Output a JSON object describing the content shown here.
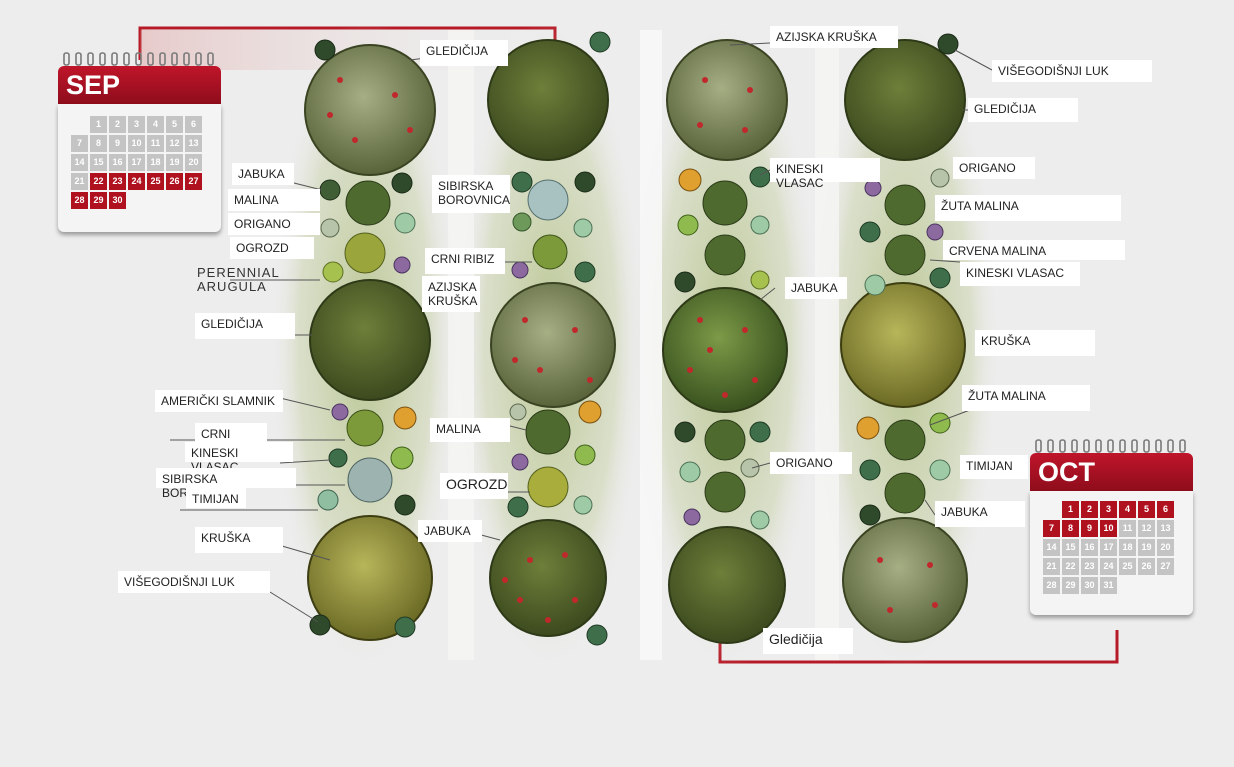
{
  "colors": {
    "background": "#ededed",
    "border_red": "#b61a26",
    "calendar_red": "#b0111f"
  },
  "calendars": {
    "sep": {
      "month": "SEP",
      "days": [
        "1",
        "2",
        "3",
        "4",
        "5",
        "6",
        "7",
        "8",
        "9",
        "10",
        "11",
        "12",
        "13",
        "14",
        "15",
        "16",
        "17",
        "18",
        "19",
        "20",
        "21",
        "22",
        "23",
        "24",
        "25",
        "26",
        "27",
        "28",
        "29",
        "30"
      ],
      "highlight_from": "22"
    },
    "oct": {
      "month": "OCT",
      "days": [
        "1",
        "2",
        "3",
        "4",
        "5",
        "6",
        "7",
        "8",
        "9",
        "10",
        "11",
        "12",
        "13",
        "14",
        "15",
        "16",
        "17",
        "18",
        "19",
        "20",
        "21",
        "22",
        "23",
        "24",
        "25",
        "26",
        "27",
        "28",
        "29",
        "30",
        "31"
      ],
      "highlight_to": "10"
    }
  },
  "labels": {
    "sep_gledicija_top": "GLEDIČIJA",
    "jabuka_1": "JABUKA",
    "malina_1": "MALINA",
    "origano_1": "ORIGANO",
    "ogrozd_1": "OGROZD",
    "perennial_arugula": "PERENNIAL ARUGULA",
    "gledicija_2": "GLEDIČIJA",
    "americki_slamnik": "AMERIČKI SLAMNIK",
    "crni_ribiz_1": "CRNI RIBIZ",
    "kineski_vlasac_1": "KINESKI VLASAC",
    "sibirska_borovnica_1": "SIBIRSKA BOROVNICA",
    "timijan_1": "TIMIJAN",
    "kruska_1": "KRUŠKA",
    "visegodisnji_luk_1": "VIŠEGODIŠNJI LUK",
    "sibirska_borovnica_2": "SIBIRSKA\nBOROVNICA",
    "crni_ribiz_2": "CRNI RIBIZ",
    "azijska_kruska_1": "AZIJSKA\nKRUŠKA",
    "malina_2": "MALINA",
    "ogrozd_2": "OGROZD",
    "jabuka_2": "JABUKA",
    "azijska_kruska_2": "AZIJSKA KRUŠKA",
    "kineski_vlasac_2": "KINESKI VLASAC",
    "jabuka_3": "JABUKA",
    "origano_2": "ORIGANO",
    "gledicija_bottom": "Gledičija",
    "visegodisnji_luk_2": "VIŠEGODIŠNJI LUK",
    "gledicija_3": "GLEDIČIJA",
    "origano_3": "ORIGANO",
    "zuta_malina_1": "ŽUTA MALINA",
    "crvena_malina": "CRVENA MALINA",
    "kineski_vlasac_3": "KINESKI VLASAC",
    "kruska_2": "KRUŠKA",
    "zuta_malina_2": "ŽUTA MALINA",
    "timijan_2": "TIMIJAN",
    "jabuka_4": "JABUKA"
  }
}
